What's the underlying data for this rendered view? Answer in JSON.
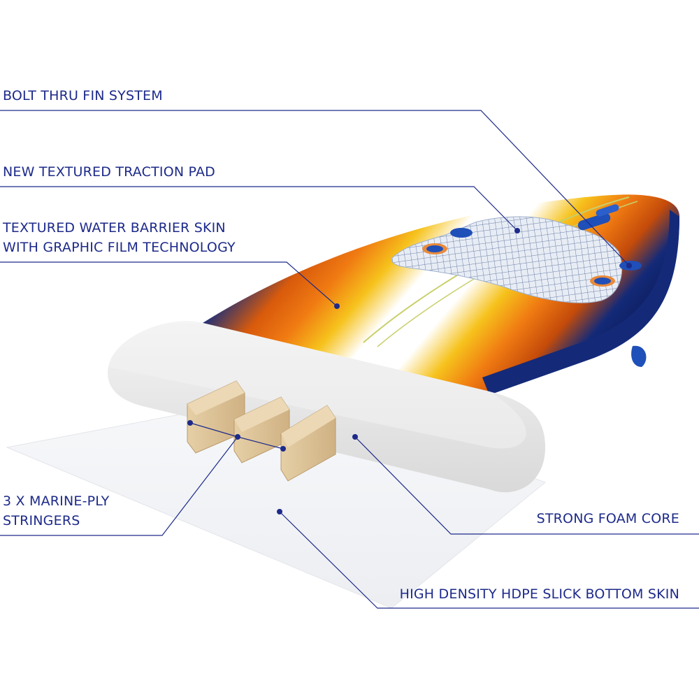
{
  "colors": {
    "label": "#1d2a8a",
    "leader_line": "#1d2a8a",
    "deck_navy": "#142a78",
    "deck_orange": "#f07a12",
    "deck_yellow": "#f6c21c",
    "pad": "#dfe6f1",
    "plug_blue": "#1f4fb8",
    "foam": "#ececec",
    "wood": "#dcc29a",
    "bottom_skin": "#f3f4f6"
  },
  "callouts": [
    {
      "id": "fin-system",
      "lines": [
        "BOLT THRU FIN SYSTEM"
      ]
    },
    {
      "id": "traction-pad",
      "lines": [
        "NEW TEXTURED TRACTION PAD"
      ]
    },
    {
      "id": "water-barrier-skin",
      "lines": [
        "TEXTURED WATER BARRIER SKIN",
        "WITH GRAPHIC FILM TECHNOLOGY"
      ]
    },
    {
      "id": "stringers",
      "lines": [
        "3 X MARINE-PLY",
        "STRINGERS"
      ]
    },
    {
      "id": "foam-core",
      "lines": [
        "STRONG FOAM CORE"
      ]
    },
    {
      "id": "bottom-skin",
      "lines": [
        "HIGH DENSITY HDPE SLICK BOTTOM SKIN"
      ]
    }
  ]
}
